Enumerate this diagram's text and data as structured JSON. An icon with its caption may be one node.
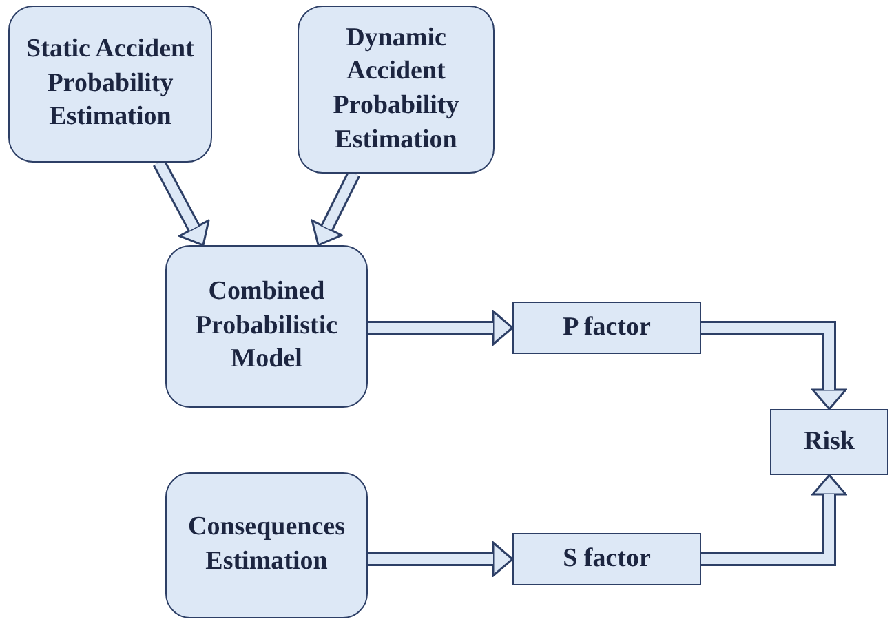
{
  "diagram": {
    "nodes": [
      {
        "text": [
          "Static Accident Probability Estimation"
        ]
      },
      {
        "text": [
          "Dynamic Accident Probability Estimation"
        ]
      },
      {
        "text": [
          "Combined Probabilistic Model"
        ]
      },
      {
        "text": [
          "P factor"
        ]
      },
      {
        "text": [
          "Risk"
        ]
      },
      {
        "text": [
          "Consequences Estimation"
        ]
      },
      {
        "text": [
          "S factor"
        ]
      }
    ],
    "edges": [
      {
        "from": 0,
        "to": 2,
        "arrow": "to"
      },
      {
        "from": 1,
        "to": 2,
        "arrow": "to"
      },
      {
        "from": 2,
        "to": 3,
        "arrow": "to"
      },
      {
        "from": 3,
        "to": 4,
        "arrow": "to"
      },
      {
        "from": 5,
        "to": 6,
        "arrow": "to"
      },
      {
        "from": 6,
        "to": 4,
        "arrow": "to"
      }
    ]
  }
}
